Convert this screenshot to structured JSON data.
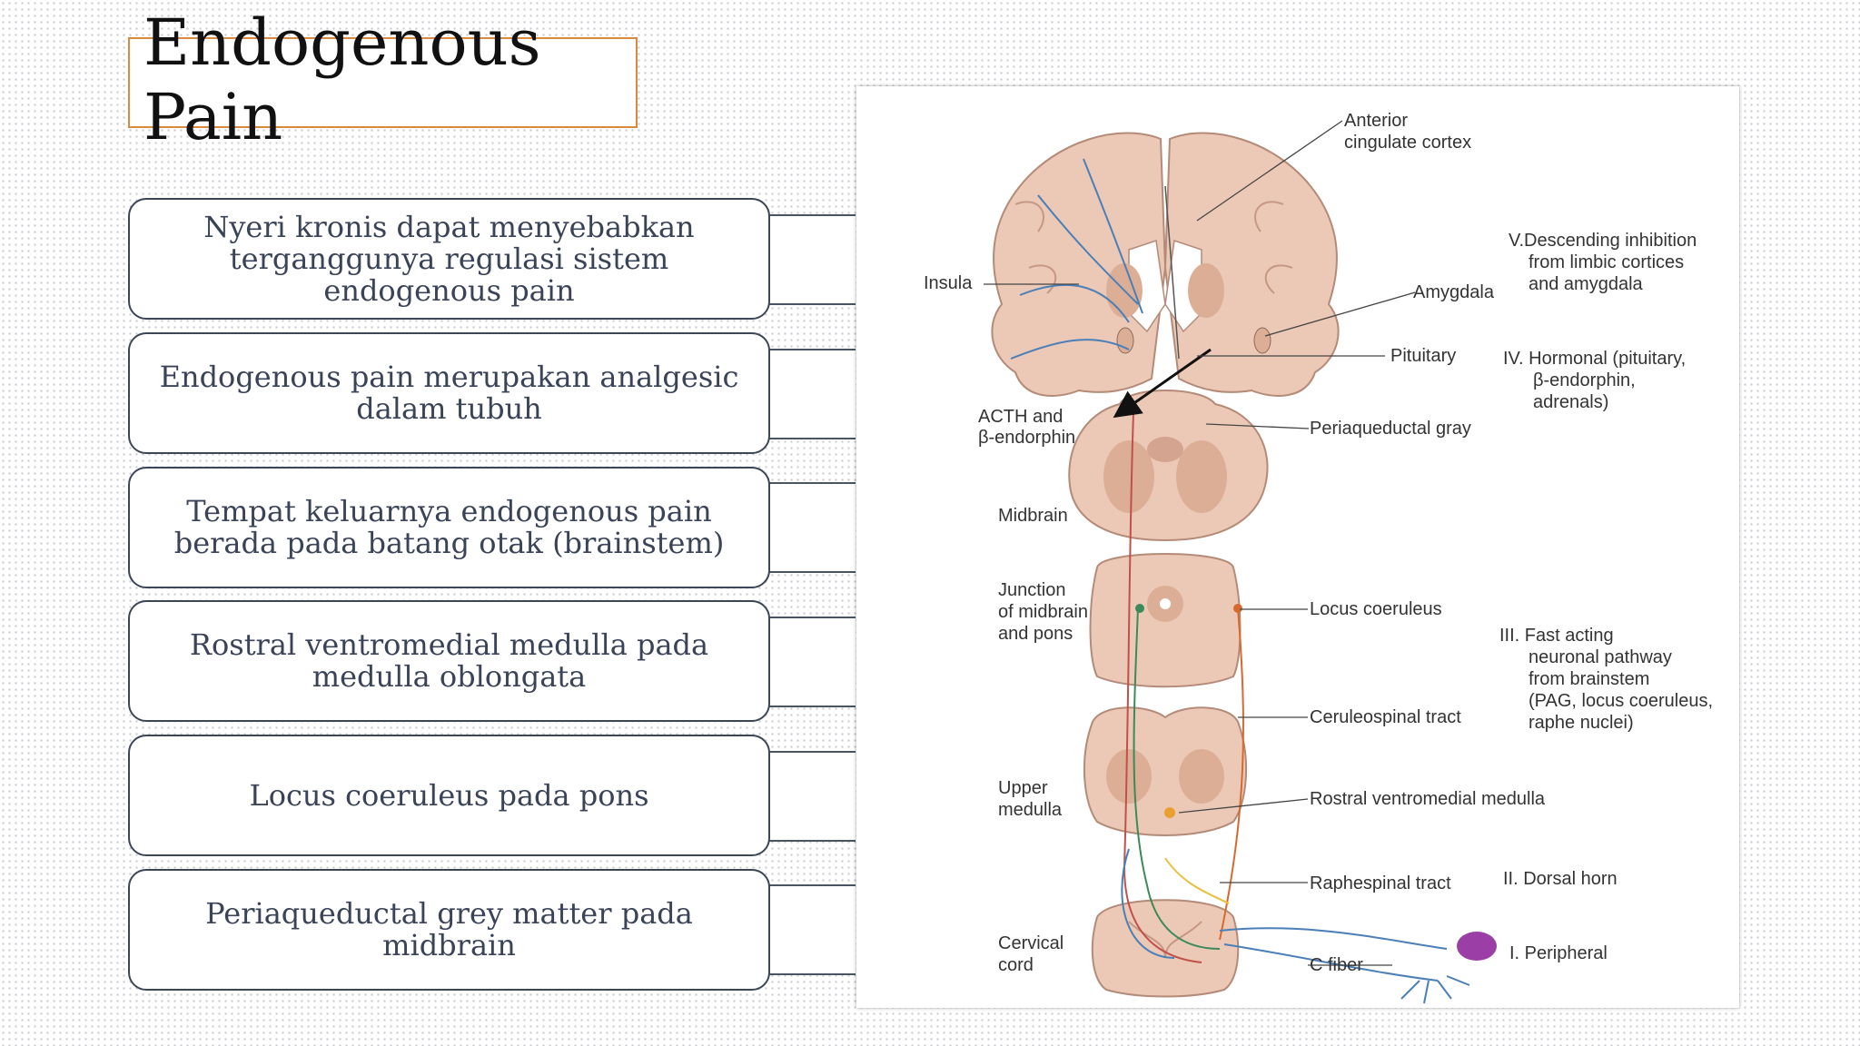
{
  "slide": {
    "title": "Endogenous Pain",
    "items": [
      "Nyeri kronis dapat menyebabkan terganggunya regulasi sistem endogenous pain",
      "Endogenous pain merupakan analgesic dalam tubuh",
      "Tempat keluarnya endogenous pain berada pada batang otak (brainstem)",
      "Rostral ventromedial medulla pada medulla oblongata",
      "Locus coeruleus pada pons",
      "Periaqueductal grey matter pada midbrain"
    ]
  },
  "figure": {
    "labels": {
      "anterior_cingulate_1": "Anterior",
      "anterior_cingulate_2": "cingulate cortex",
      "insula": "Insula",
      "amygdala": "Amygdala",
      "pituitary": "Pituitary",
      "acth_1": "ACTH and",
      "acth_2": "β-endorphin",
      "pag": "Periaqueductal gray",
      "midbrain": "Midbrain",
      "junction_1": "Junction",
      "junction_2": "of midbrain",
      "junction_3": "and pons",
      "locus": "Locus coeruleus",
      "ceruleospinal": "Ceruleospinal tract",
      "upper_medulla_1": "Upper",
      "upper_medulla_2": "medulla",
      "rvm": "Rostral ventromedial medulla",
      "raphespinal": "Raphespinal tract",
      "cervical_1": "Cervical",
      "cervical_2": "cord",
      "c_fiber": "C fiber",
      "v_1": "V.Descending inhibition",
      "v_2": "from limbic cortices",
      "v_3": "and amygdala",
      "iv_1": "IV. Hormonal (pituitary,",
      "iv_2": "β-endorphin,",
      "iv_3": "adrenals)",
      "iii_1": "III.  Fast acting",
      "iii_2": "neuronal pathway",
      "iii_3": "from brainstem",
      "iii_4": "(PAG, locus coeruleus,",
      "iii_5": "raphe nuclei)",
      "ii": "II.  Dorsal horn",
      "i": "I.  Peripheral"
    },
    "colors": {
      "tissue": "#ecc9b6",
      "tissue_dark": "#dcae95",
      "tissue_line": "#b48a78",
      "vessel_blue": "#4a7fb8",
      "tract_red": "#c2504a",
      "tract_green": "#3c8a5a",
      "tract_orange": "#d8692e",
      "peripheral_purple": "#9b3fa6"
    }
  }
}
